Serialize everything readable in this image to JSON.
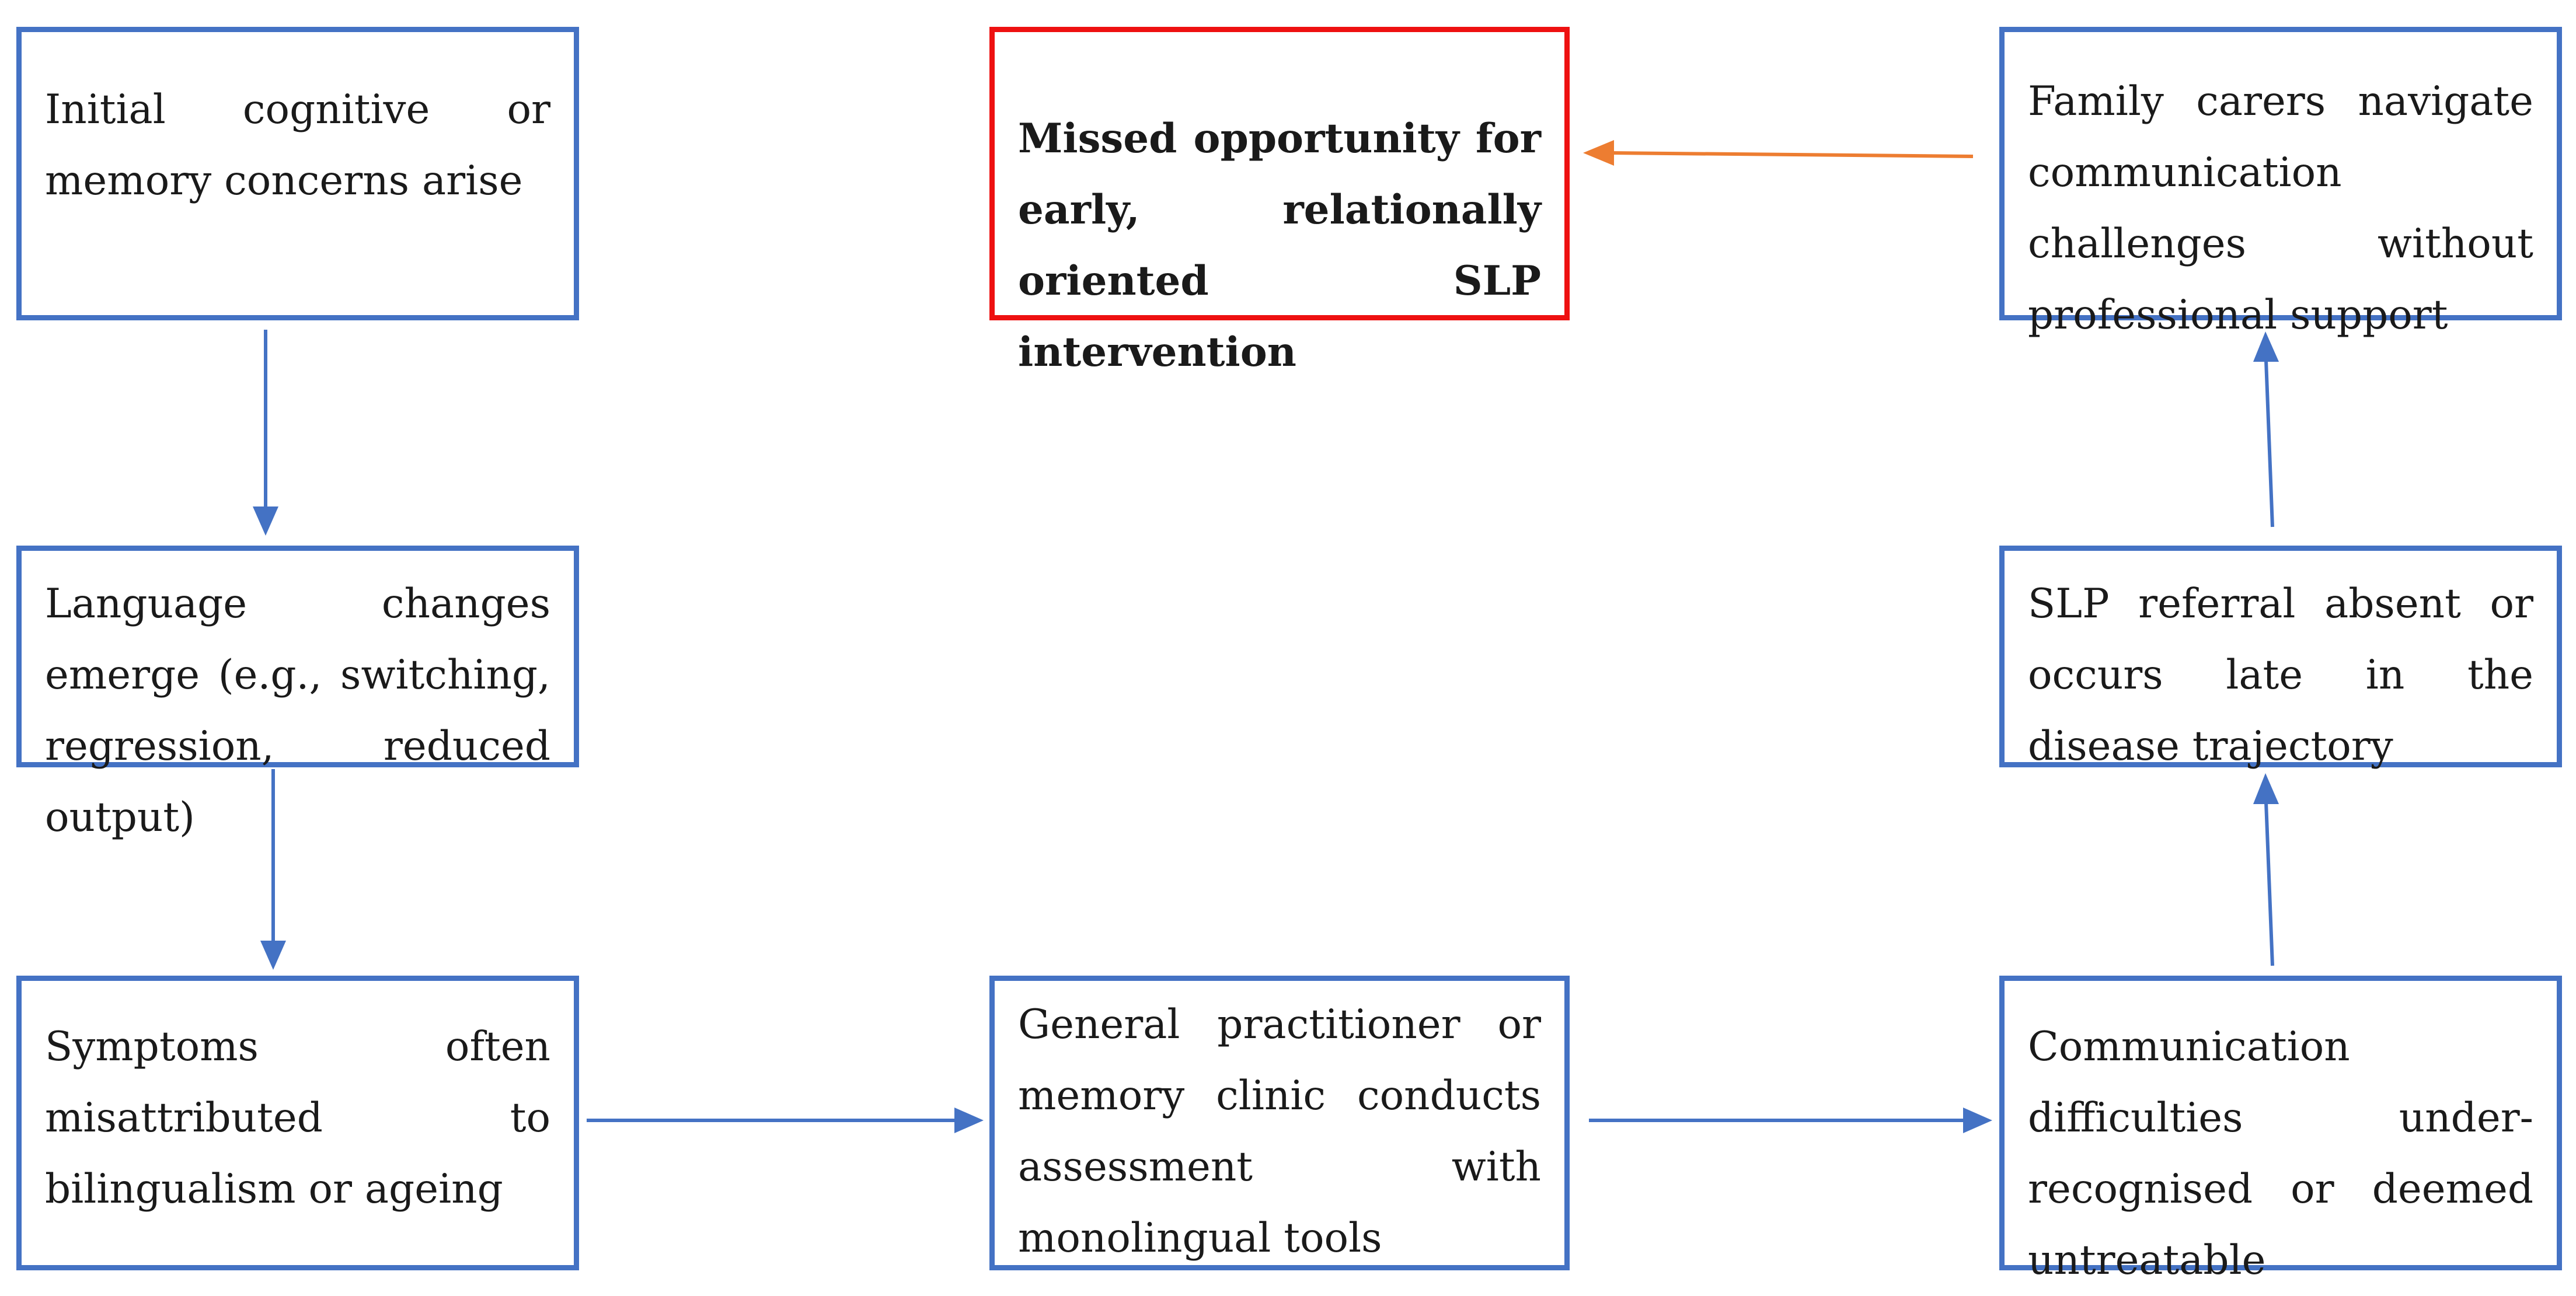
{
  "boxes": {
    "initial_concerns": "Initial cognitive or memory concerns arise",
    "language_changes": "Language changes emerge (e.g., switching, regression, reduced output)",
    "symptoms_misattributed": "Symptoms often misattributed to bilingualism or ageing",
    "gp_assessment": "General practitioner or memory clinic conducts assessment with monolingual tools",
    "communication_difficulties": "Communication difficulties under-recognised or deemed untreatable",
    "slp_referral": "SLP referral absent or occurs late in the disease trajectory",
    "family_carers": "Family carers navigate communication challenges without professional support",
    "missed_opportunity": "Missed opportunity for early, relationally oriented SLP intervention"
  },
  "colors": {
    "box_border": "#4472C4",
    "outcome_border": "#EE1111",
    "flow_arrow": "#4472C4",
    "outcome_arrow": "#ED7D31"
  }
}
